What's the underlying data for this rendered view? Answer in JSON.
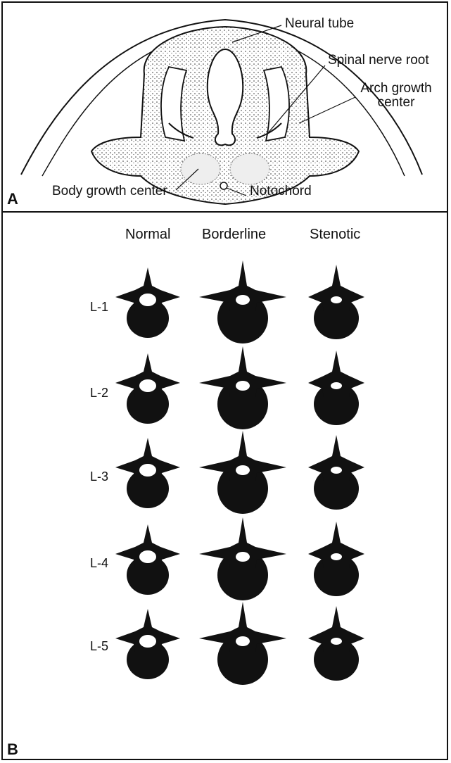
{
  "panel_a": {
    "letter": "A",
    "labels": {
      "neural_tube": "Neural tube",
      "spinal_nerve_root": "Spinal nerve root",
      "arch_growth_center_1": "Arch growth",
      "arch_growth_center_2": "center",
      "body_growth_center": "Body growth center",
      "notochord": "Notochord"
    }
  },
  "panel_b": {
    "letter": "B",
    "columns": [
      "Normal",
      "Borderline",
      "Stenotic"
    ],
    "levels": [
      "L-1",
      "L-2",
      "L-3",
      "L-4",
      "L-5"
    ]
  },
  "colors": {
    "ink": "#111111",
    "paper": "#ffffff",
    "stipple": "#d9d9d9"
  }
}
